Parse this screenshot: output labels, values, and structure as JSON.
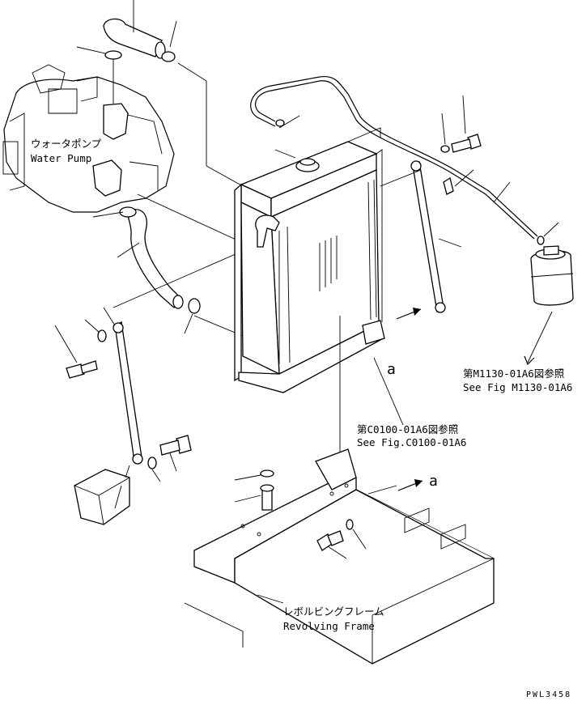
{
  "labels": {
    "water_pump_jp": "ウォータポンプ",
    "water_pump_en": "Water Pump",
    "ref_m1130_jp": "第M1130-01A6図参照",
    "ref_m1130_en": "See Fig M1130-01A6",
    "ref_c0100_jp": "第C0100-01A6図参照",
    "ref_c0100_en": "See Fig.C0100-01A6",
    "revolving_frame_jp": "レボルビングフレーム",
    "revolving_frame_en": "Revolving Frame",
    "view_mark_upper": "a",
    "view_mark_lower": "a",
    "drawing_code": "PWL3458"
  },
  "colors": {
    "line": "#000000",
    "background": "#ffffff"
  }
}
